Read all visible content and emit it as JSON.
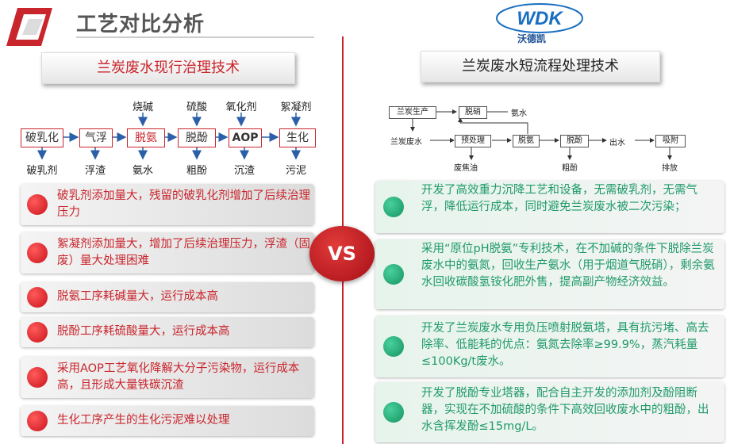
{
  "header": {
    "title": "工艺对比分析",
    "brand_name": "沃德凯",
    "brand_logo_text": "WDK"
  },
  "left": {
    "heading": "兰炭废水现行治理技术",
    "flow_top": [
      "烧碱",
      "硫酸",
      "氧化剂",
      "絮凝剂"
    ],
    "flow_boxes": [
      "破乳化",
      "气浮",
      "脱氨",
      "脱酚",
      "AOP",
      "生化"
    ],
    "flow_bottom": [
      "破乳剂",
      "浮渣",
      "氨水",
      "粗酚",
      "沉渣",
      "污泥"
    ],
    "issues": [
      "破乳剂添加量大，残留的破乳化剂增加了后续治理压力",
      "絮凝剂添加量大，增加了后续治理压力，浮渣（固废）量大处理困难",
      "脱氨工序耗碱量大，运行成本高",
      "脱酚工序耗硫酸量大，运行成本高",
      "采用AOP工艺氧化降解大分子污染物，运行成本高，且形成大量铁碳沉渣",
      "生化工序产生的生化污泥难以处理"
    ]
  },
  "vs": "VS",
  "right": {
    "heading": "兰炭废水短流程处理技术",
    "process": {
      "box_production": "兰炭生产",
      "box_denitration": "脱硝",
      "label_ammonia_water": "氨水",
      "label_wastewater": "兰炭废水",
      "box_pretreat": "预处理",
      "box_deammonia": "脱氨",
      "box_dephenol": "脱酚",
      "label_effluent": "出水",
      "box_adsorb": "吸附",
      "label_coke_oil": "废焦油",
      "label_crude_phenol": "粗酚",
      "label_discharge": "排放"
    },
    "advantages": [
      "开发了高效重力沉降工艺和设备，无需破乳剂，无需气浮，降低运行成本，同时避免兰炭废水被二次污染；",
      "采用“原位pH脱氨”专利技术，在不加碱的条件下脱除兰炭废水中的氨氮，回收生产氨水（用于烟道气脱硝），剩余氨水回收碳酸氢铵化肥外售，提高副产物经济效益。",
      "开发了兰炭废水专用负压喷射脱氨塔，具有抗污堵、高去除率、低能耗的优点：氨氮去除率≥99.9%，蒸汽耗量≤100Kg/t废水。",
      "开发了脱酚专业塔器，配合自主开发的添加剂及酚阻断器，实现在不加硫酸的条件下高效回收废水中的粗酚，出水含挥发酚≤15mg/L。"
    ]
  },
  "colors": {
    "accent_red": "#c9252c",
    "accent_green": "#1f9a6a",
    "brand_blue": "#1a4f93"
  }
}
